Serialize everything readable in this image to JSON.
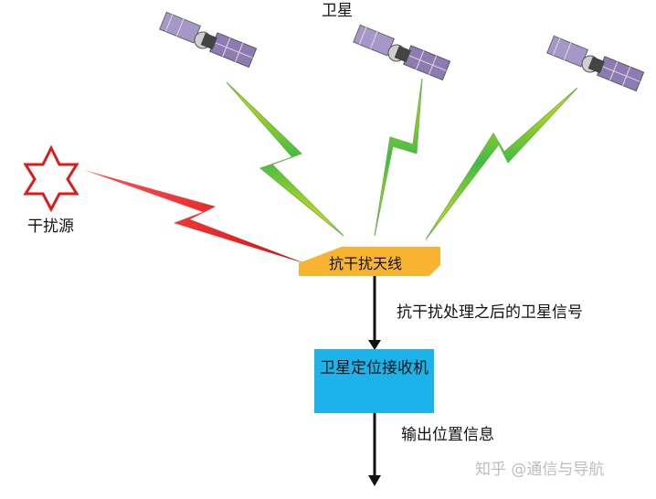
{
  "diagram": {
    "title": "卫星",
    "jammer_label": "干扰源",
    "antenna_label": "抗干扰天线",
    "signal_label": "抗干扰处理之后的卫星信号",
    "receiver_label": "卫星定位接收机",
    "output_label": "输出位置信息",
    "watermark": "知乎 @通信与导航"
  },
  "colors": {
    "jammer": "#e01a1a",
    "bolt_gradient": [
      "#f2e400",
      "#3dbb4a"
    ],
    "jam_bolt": "#e51e1e",
    "antenna": "#f8b431",
    "receiver": "#1bb3ea",
    "satellite_panel": "#8e7bb4"
  },
  "icons": [
    "satellite-icon",
    "jammer-star-icon"
  ]
}
